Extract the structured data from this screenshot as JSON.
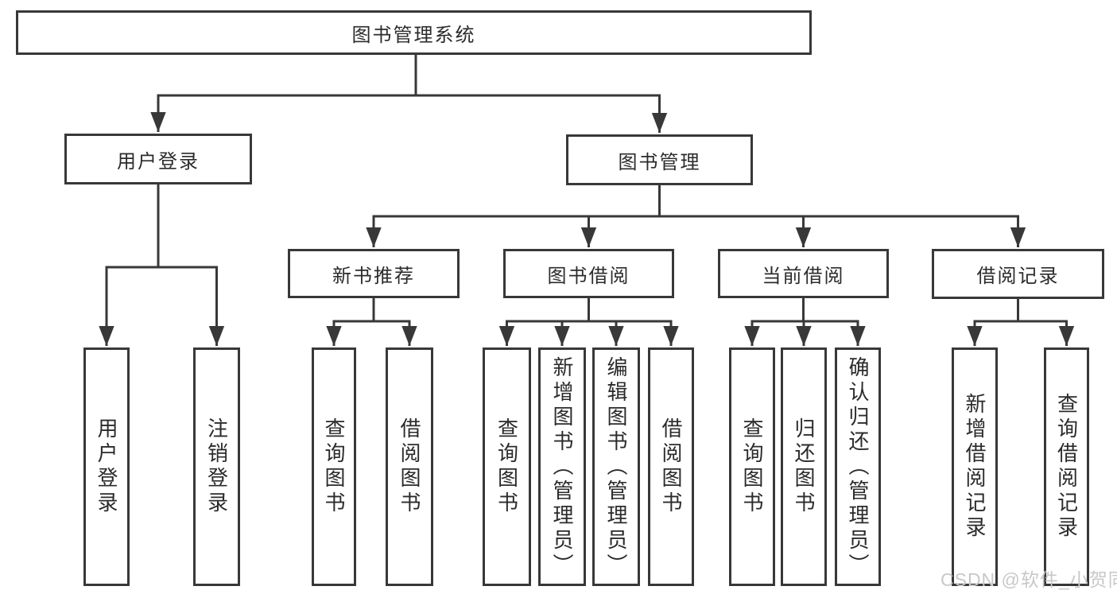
{
  "tree": {
    "root": {
      "label": "图书管理系统"
    },
    "branches": [
      {
        "label": "用户登录",
        "children": [
          {
            "label": "用户登录"
          },
          {
            "label": "注销登录"
          }
        ]
      },
      {
        "label": "图书管理",
        "children": [
          {
            "label": "新书推荐",
            "children": [
              {
                "label": "查询图书"
              },
              {
                "label": "借阅图书"
              }
            ]
          },
          {
            "label": "图书借阅",
            "children": [
              {
                "label": "查询图书"
              },
              {
                "label": "新增图书（管理员）"
              },
              {
                "label": "编辑图书（管理员）"
              },
              {
                "label": "借阅图书"
              }
            ]
          },
          {
            "label": "当前借阅",
            "children": [
              {
                "label": "查询图书"
              },
              {
                "label": "归还图书"
              },
              {
                "label": "确认归还（管理员）"
              }
            ]
          },
          {
            "label": "借阅记录",
            "children": [
              {
                "label": "新增借阅记录"
              },
              {
                "label": "查询借阅记录"
              }
            ]
          }
        ]
      }
    ]
  },
  "watermark": {
    "text": "CSDN @软件_小贺同学"
  },
  "colors": {
    "line": "#383838",
    "box_border": "#383838",
    "text": "#2b2b2b",
    "watermark": "#c8c8c8",
    "background": "#ffffff"
  }
}
